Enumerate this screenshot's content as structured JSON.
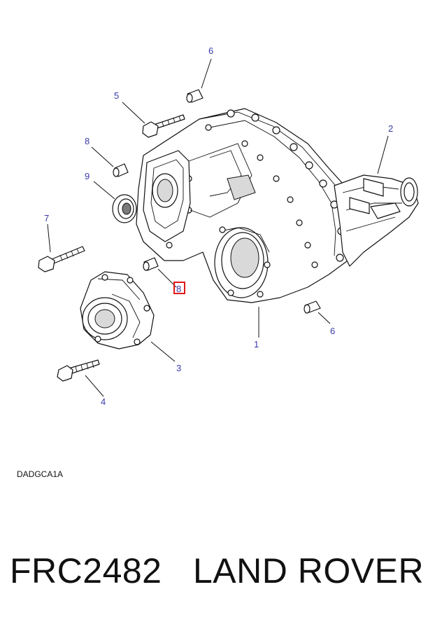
{
  "callouts": [
    {
      "id": "c1",
      "label": "1"
    },
    {
      "id": "c2",
      "label": "2"
    },
    {
      "id": "c3",
      "label": "3"
    },
    {
      "id": "c4",
      "label": "4"
    },
    {
      "id": "c5",
      "label": "5"
    },
    {
      "id": "c6a",
      "label": "6"
    },
    {
      "id": "c6b",
      "label": "6"
    },
    {
      "id": "c7",
      "label": "7"
    },
    {
      "id": "c8a",
      "label": "8"
    },
    {
      "id": "c8b",
      "label": "8"
    },
    {
      "id": "c9",
      "label": "9"
    }
  ],
  "highlighted_callout": "8",
  "highlight_color": "#e01818",
  "callout_color": "#3a3aa8",
  "reference_code": "DADGCA1A",
  "footer": {
    "part_number": "FRC2482",
    "brand": "LAND ROVER"
  }
}
